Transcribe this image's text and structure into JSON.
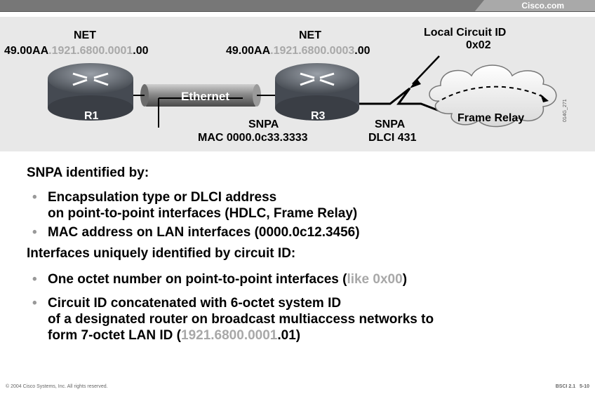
{
  "header": {
    "brand": "Cisco.com"
  },
  "diagram": {
    "net_left_title": "NET",
    "net_left_a": "49.00AA",
    "net_left_b": ".1921.6800.0001",
    "net_left_c": ".00",
    "net_right_title": "NET",
    "net_right_a": "49.00AA",
    "net_right_b": ".1921.6800.0003",
    "net_right_c": ".00",
    "local_circuit_title": "Local Circuit ID",
    "local_circuit_value": "0x02",
    "r1": "R1",
    "r3": "R3",
    "ethernet": "Ethernet",
    "frame_relay": "Frame Relay",
    "snpa_mac_title": "SNPA",
    "snpa_mac_value": "MAC 0000.0c33.3333",
    "snpa_dlci_title": "SNPA",
    "snpa_dlci_value": "DLCI 431",
    "figure_code": "014G_271"
  },
  "content": {
    "heading1": "SNPA identified by:",
    "b1_line1": "Encapsulation type or DLCI address",
    "b1_line2": "on point-to-point interfaces (HDLC, Frame Relay)",
    "b2": "MAC address on LAN interfaces (0000.0c12.3456)",
    "heading2": "Interfaces uniquely identified by circuit ID:",
    "b3_a": "One octet number on point-to-point interfaces (",
    "b3_b": "like 0x00",
    "b3_c": ")",
    "b4_line1": "Circuit ID concatenated with 6-octet system ID",
    "b4_line2": "of a designated router on broadcast multiaccess networks to",
    "b4_line3a": "form 7-octet LAN ID (",
    "b4_line3b": "1921.6800.0001",
    "b4_line3c": ".01",
    "b4_line3d": ")"
  },
  "footer": {
    "copyright": "© 2004 Cisco Systems, Inc. All rights reserved.",
    "course": "BSCI 2.1",
    "page": "5-10"
  }
}
